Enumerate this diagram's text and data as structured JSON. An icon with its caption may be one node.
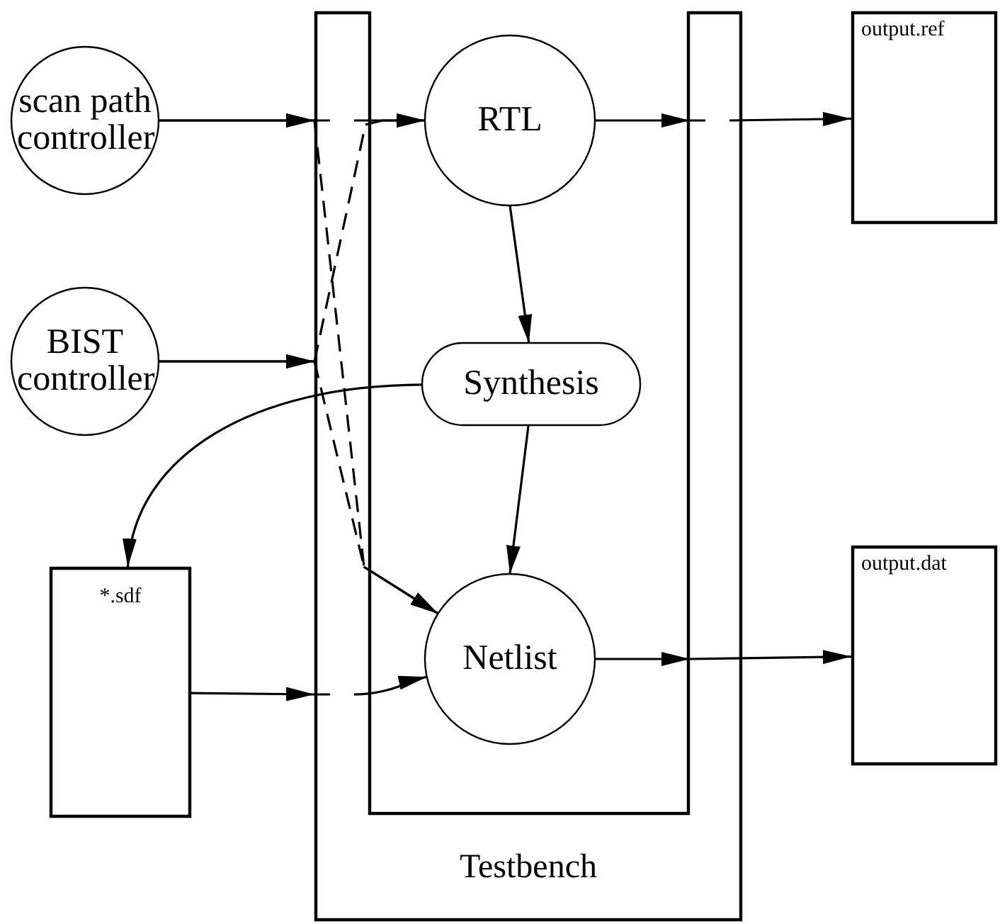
{
  "diagram": {
    "nodes": [
      {
        "text": [
          "Testbench"
        ]
      },
      {
        "text": [],
        "shape": "box",
        "in": 0
      },
      {
        "text": [
          "scan path controller"
        ]
      },
      {
        "text": [
          "BIST controller"
        ]
      },
      {
        "text": [
          "RTL"
        ],
        "in": 1
      },
      {
        "text": [
          "Synthesis"
        ],
        "in": 1
      },
      {
        "text": [
          "Netlist"
        ],
        "in": 1
      },
      {
        "text": [
          "*.sdf"
        ]
      },
      {
        "text": [
          "output.ref"
        ]
      },
      {
        "text": [
          "output.dat"
        ]
      }
    ],
    "edges": [
      {
        "from": 2,
        "to": 4,
        "arrow": "to"
      },
      {
        "from": 2,
        "to": 6,
        "arrow": "to",
        "style": "dashed"
      },
      {
        "from": 3,
        "to": 4,
        "arrow": "to",
        "style": "dashed"
      },
      {
        "from": 3,
        "to": 6,
        "arrow": "to",
        "style": "dashed"
      },
      {
        "from": 4,
        "to": 5,
        "arrow": "to"
      },
      {
        "from": 5,
        "to": 6,
        "arrow": "to"
      },
      {
        "from": 5,
        "to": 7,
        "arrow": "to"
      },
      {
        "from": 7,
        "to": 6,
        "arrow": "to"
      },
      {
        "from": 6,
        "to": 9,
        "arrow": "to"
      },
      {
        "from": 4,
        "to": 8,
        "arrow": "to"
      }
    ]
  }
}
